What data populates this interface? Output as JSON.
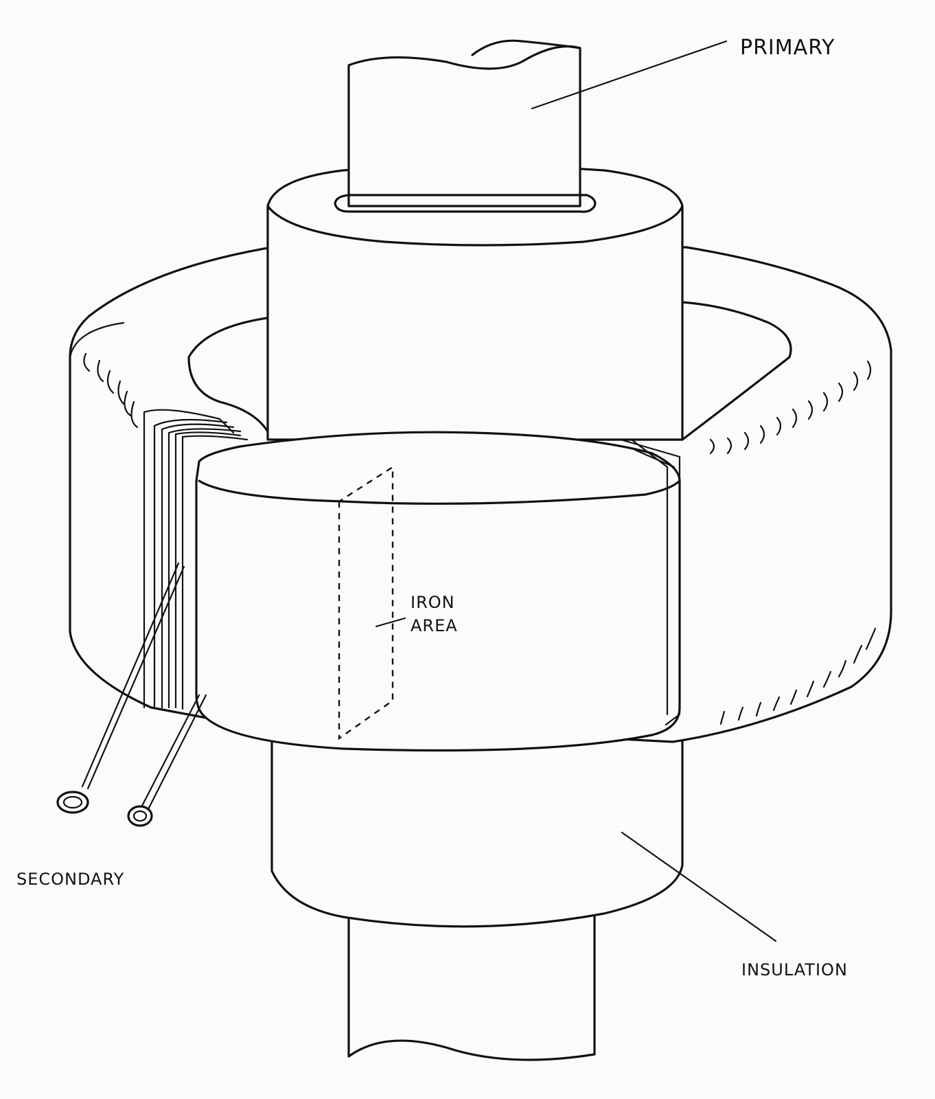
{
  "labels": {
    "primary": "PRIMARY",
    "secondary": "SECONDARY",
    "insulation": "INSULATION",
    "iron_line1": "IRON",
    "iron_line2": "AREA"
  }
}
